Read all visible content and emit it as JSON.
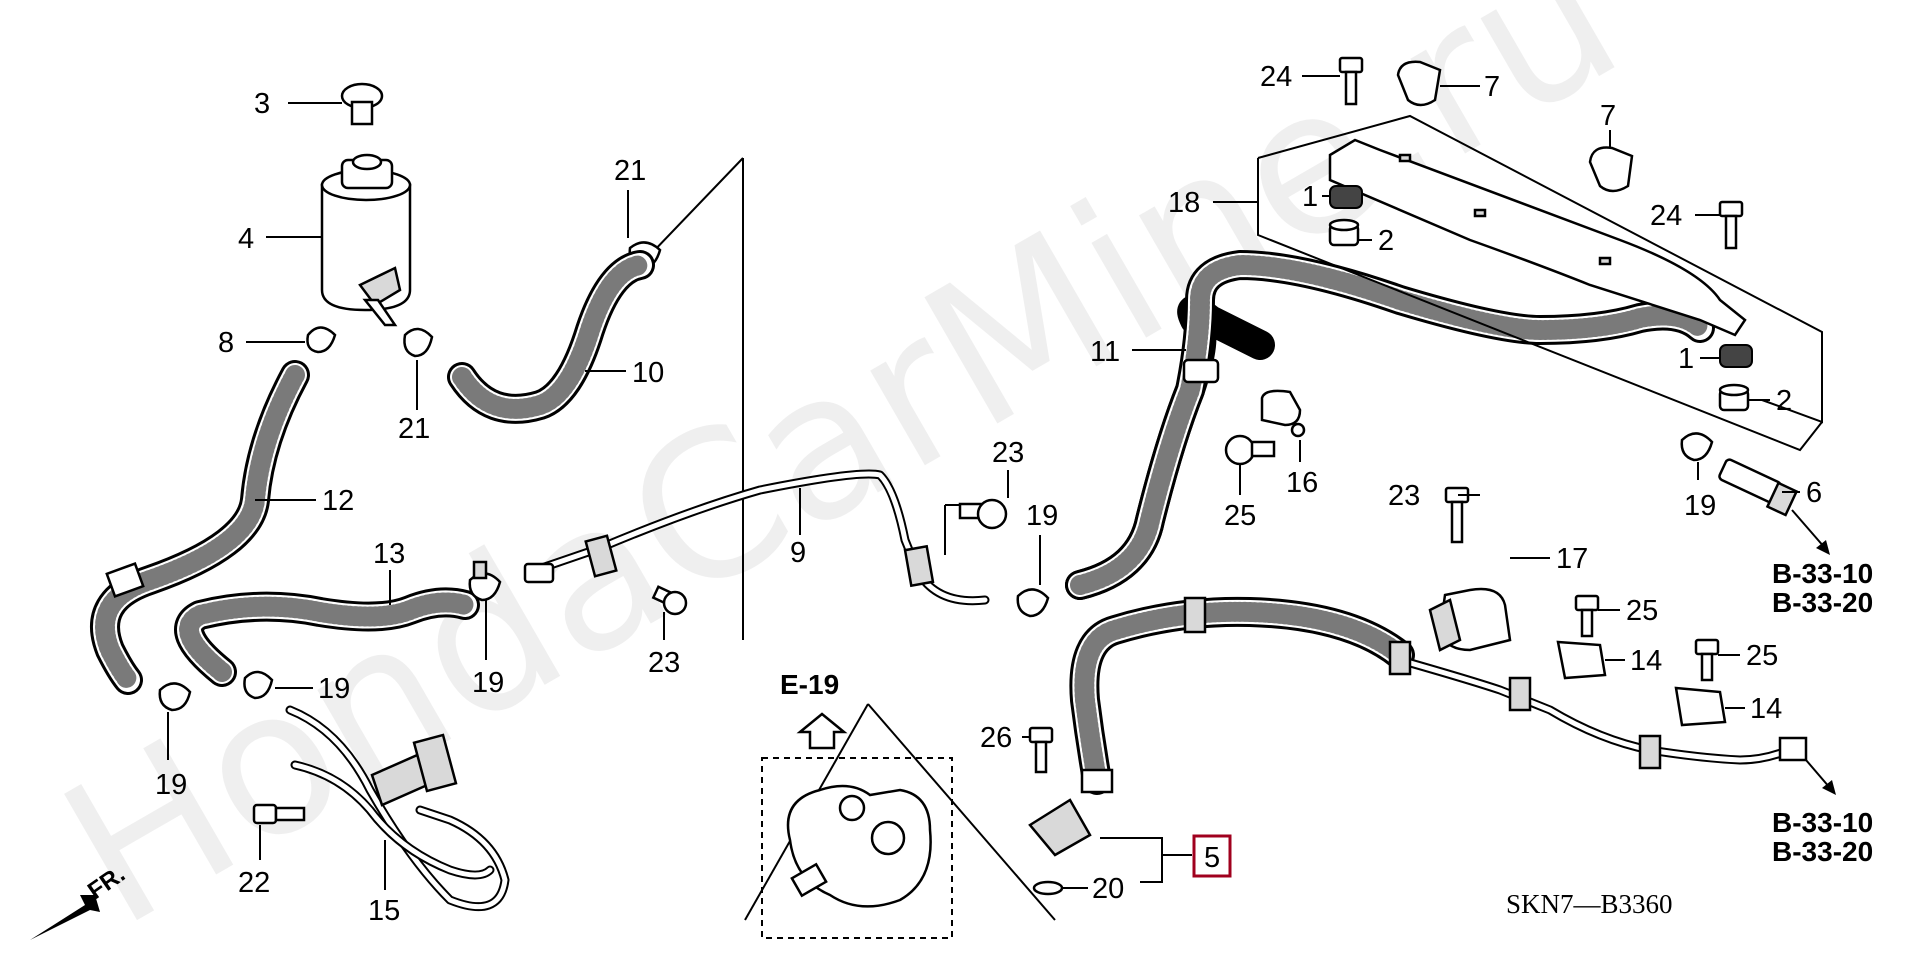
{
  "watermark": "HondaCarMine.ru",
  "diagram_code": "SKN7—B3360",
  "direction_label": "FR.",
  "inset_ref": "E-19",
  "ref_top": [
    "B-33-10",
    "B-33-20"
  ],
  "ref_bottom": [
    "B-33-10",
    "B-33-20"
  ],
  "callouts": [
    {
      "id": "c3",
      "text": "3"
    },
    {
      "id": "c4",
      "text": "4"
    },
    {
      "id": "c8",
      "text": "8"
    },
    {
      "id": "c21a",
      "text": "21"
    },
    {
      "id": "c21b",
      "text": "21"
    },
    {
      "id": "c10",
      "text": "10"
    },
    {
      "id": "c12",
      "text": "12"
    },
    {
      "id": "c13",
      "text": "13"
    },
    {
      "id": "c19a",
      "text": "19"
    },
    {
      "id": "c19b",
      "text": "19"
    },
    {
      "id": "c19c",
      "text": "19"
    },
    {
      "id": "c19d",
      "text": "19"
    },
    {
      "id": "c19e",
      "text": "19"
    },
    {
      "id": "c22",
      "text": "22"
    },
    {
      "id": "c15",
      "text": "15"
    },
    {
      "id": "c9",
      "text": "9"
    },
    {
      "id": "c23a",
      "text": "23"
    },
    {
      "id": "c23b",
      "text": "23"
    },
    {
      "id": "c23c",
      "text": "23"
    },
    {
      "id": "c11",
      "text": "11"
    },
    {
      "id": "c25a",
      "text": "25"
    },
    {
      "id": "c16",
      "text": "16"
    },
    {
      "id": "c24a",
      "text": "24"
    },
    {
      "id": "c7a",
      "text": "7"
    },
    {
      "id": "c7b",
      "text": "7"
    },
    {
      "id": "c18",
      "text": "18"
    },
    {
      "id": "c1a",
      "text": "1"
    },
    {
      "id": "c2a",
      "text": "2"
    },
    {
      "id": "c24b",
      "text": "24"
    },
    {
      "id": "c1b",
      "text": "1"
    },
    {
      "id": "c2b",
      "text": "2"
    },
    {
      "id": "c6",
      "text": "6"
    },
    {
      "id": "c17",
      "text": "17"
    },
    {
      "id": "c25b",
      "text": "25"
    },
    {
      "id": "c25c",
      "text": "25"
    },
    {
      "id": "c14a",
      "text": "14"
    },
    {
      "id": "c14b",
      "text": "14"
    },
    {
      "id": "c26",
      "text": "26"
    },
    {
      "id": "c20",
      "text": "20"
    },
    {
      "id": "c5",
      "text": "5"
    }
  ],
  "colors": {
    "highlight_box": "#a0001e",
    "line": "#000000",
    "watermark": "#c8c8c8"
  }
}
